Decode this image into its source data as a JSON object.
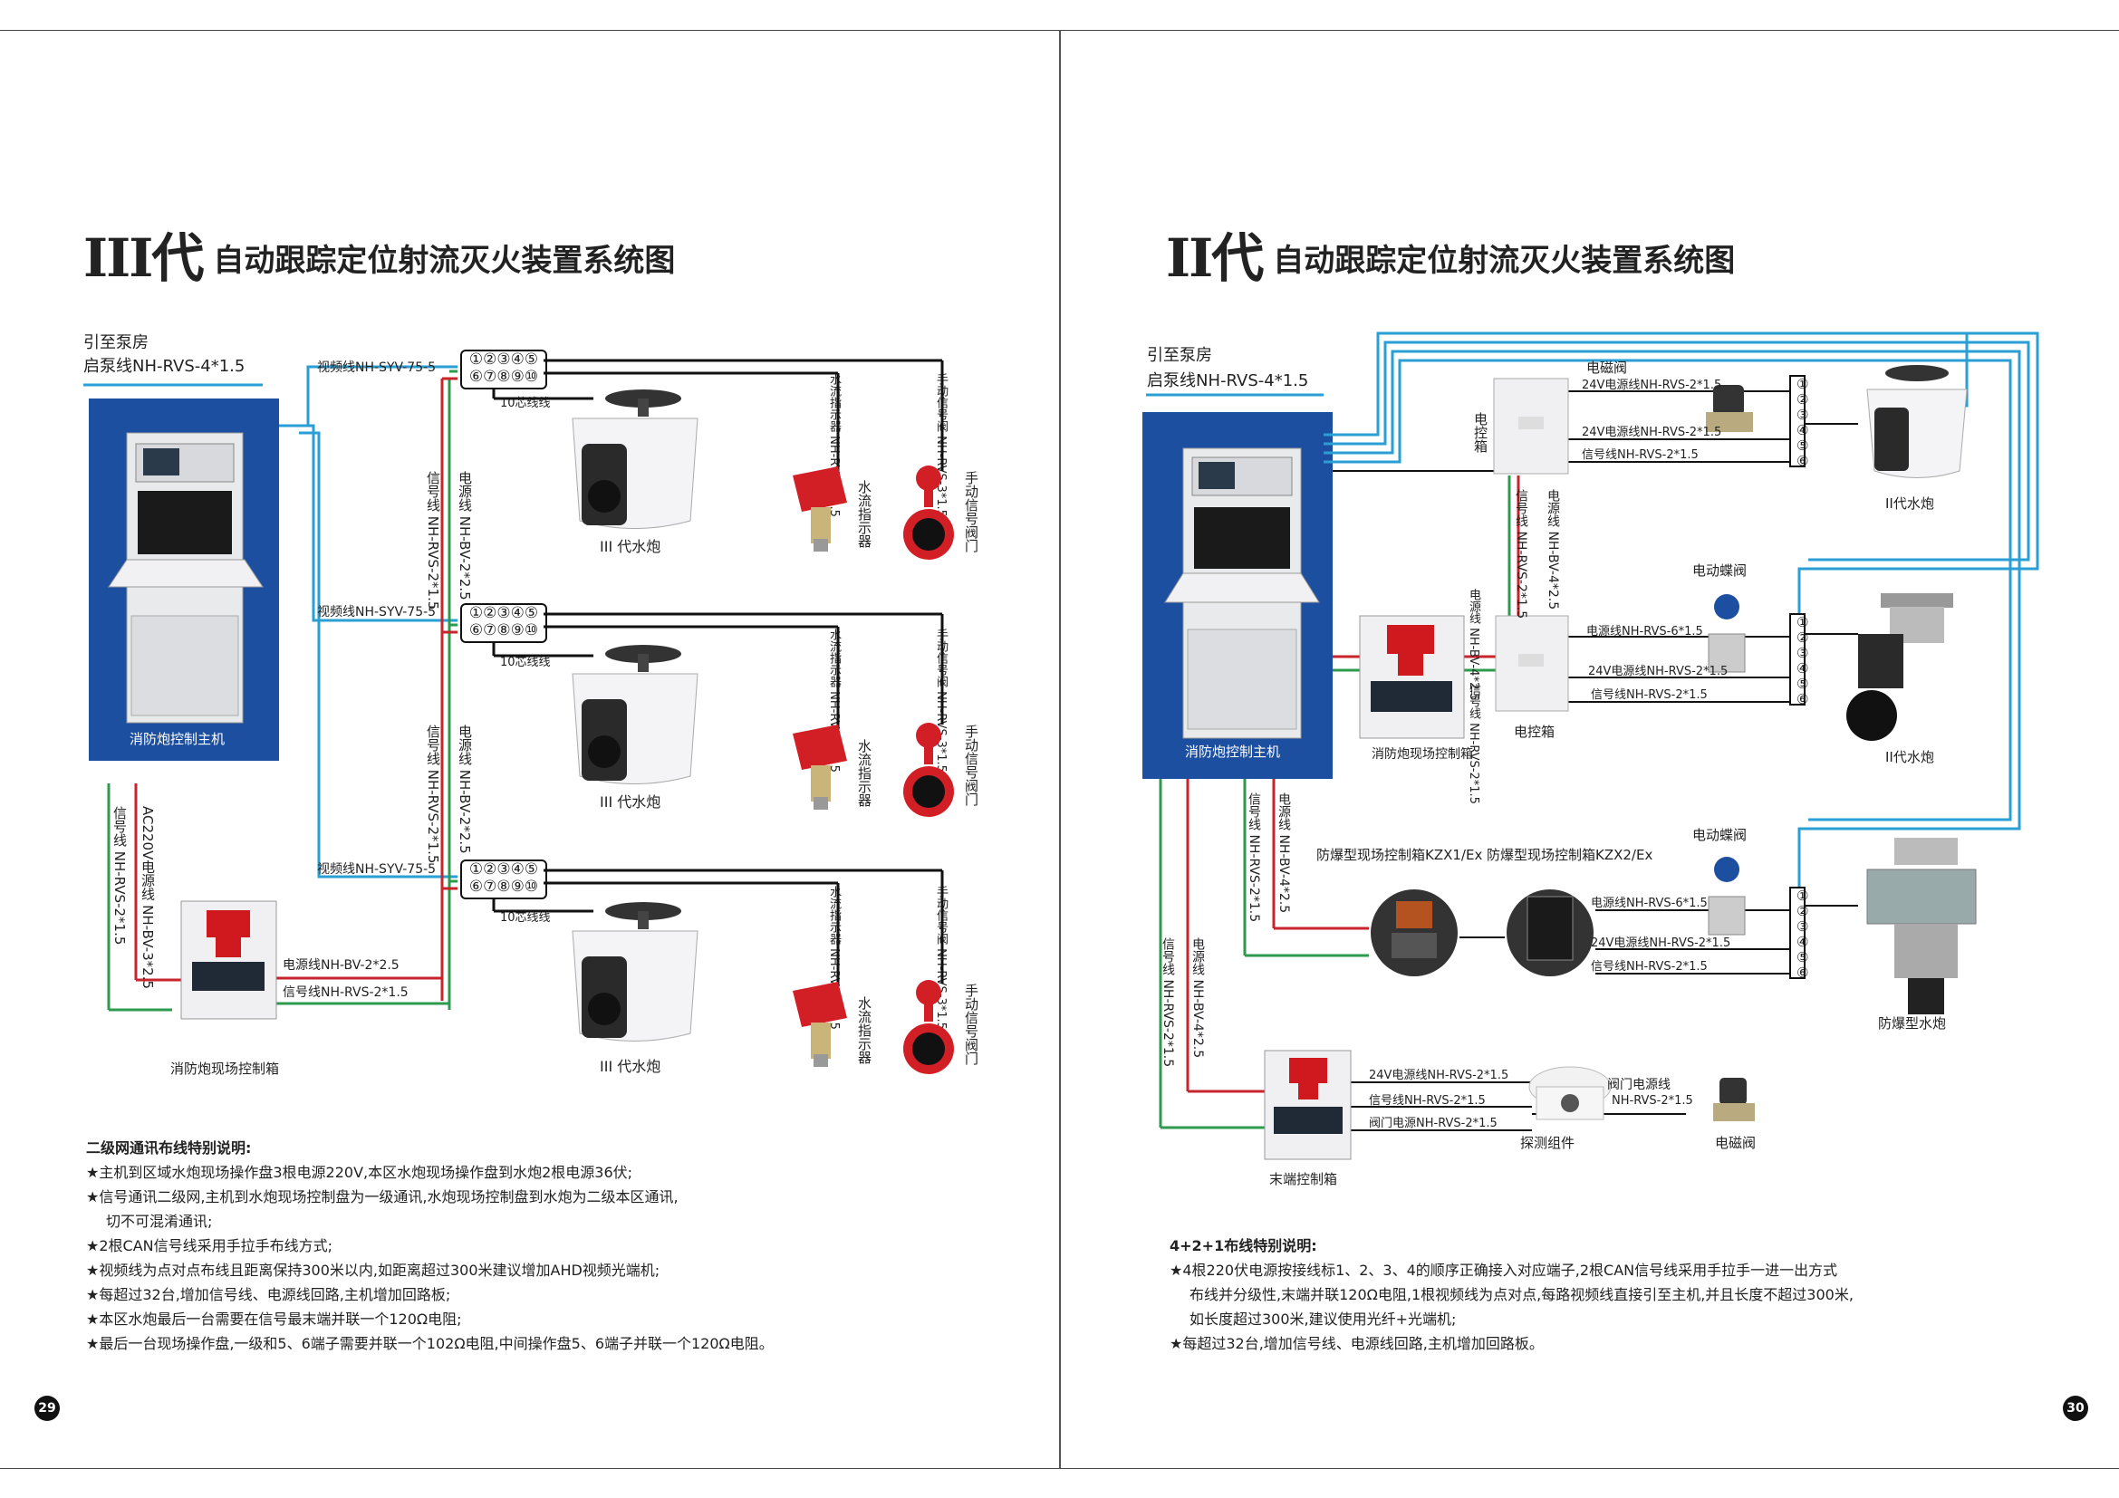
{
  "left": {
    "title_gen": "III代",
    "title_text": "自动跟踪定位射流灭火装置系统图",
    "pump_line1": "引至泵房",
    "pump_line2": "启泵线NH-RVS-4*1.5",
    "host_label": "消防炮控制主机",
    "field_box_label": "消防炮现场控制箱",
    "video_line": "视频线NH-SYV-75-5",
    "ten_core": "10芯线线",
    "flow_cable": "水流指示器 NH-RVS-2*1.5",
    "manual_cable": "手动信号阀 NH-RVS-3*1.5",
    "flow_indicator": "水流指示器",
    "manual_valve": "手动信号阀门",
    "cannon": "III 代水炮",
    "signal_vertical": "信号线 NH-RVS-2*1.5",
    "power_vertical": "电源线 NH-BV-2*2.5",
    "field_signal_v": "信号线 NH-RVS-2*1.5",
    "field_power_v": "AC220V电源线 NH-BV-3*2.5",
    "field_power_h": "电源线NH-BV-2*2.5",
    "field_signal_h": "信号线NH-RVS-2*1.5",
    "terminal_top": "①②③④⑤",
    "terminal_bottom": "⑥⑦⑧⑨⑩",
    "notes_title": "二级网通讯布线特别说明:",
    "notes": [
      "★主机到区域水炮现场操作盘3根电源220V,本区水炮现场操作盘到水炮2根电源36伏;",
      "★信号通讯二级网,主机到水炮现场控制盘为一级通讯,水炮现场控制盘到水炮为二级本区通讯,",
      "切不可混淆通讯;",
      "★2根CAN信号线采用手拉手布线方式;",
      "★视频线为点对点布线且距离保持300米以内,如距离超过300米建议增加AHD视频光端机;",
      "★每超过32台,增加信号线、电源线回路,主机增加回路板;",
      "★本区水炮最后一台需要在信号最末端并联一个120Ω电阻;",
      "★最后一台现场操作盘,一级和5、6端子需要并联一个102Ω电阻,中间操作盘5、6端子并联一个120Ω电阻。"
    ],
    "page_number": "29"
  },
  "right": {
    "title_gen": "II代",
    "title_text": "自动跟踪定位射流灭火装置系统图",
    "pump_line1": "引至泵房",
    "pump_line2": "启泵线NH-RVS-4*1.5",
    "host_label": "消防炮控制主机",
    "control_box_top": "电控箱",
    "control_box_mid": "电控箱",
    "field_box": "消防炮现场控制箱",
    "solenoid_valve_top": "电磁阀",
    "cable_24v_top": "24V电源线NH-RVS-2*1.5",
    "cable_24v_top2": "24V电源线NH-RVS-2*1.5",
    "cable_signal_top": "信号线NH-RVS-2*1.5",
    "cannon_ii": "II代水炮",
    "signal_v": "信号线 NH-RVS-2*1.5",
    "power_v": "电源线 NH-BV-4*2.5",
    "power_v2": "电源线 NH-BV-4*2.5",
    "signal_v2": "信号线 NH-RVS-2*1.5",
    "electric_butterfly_1": "电动蝶阀",
    "cable_power_6": "电源线NH-RVS-6*1.5",
    "cable_24v_mid": "24V电源线NH-RVS-2*1.5",
    "cable_signal_mid": "信号线NH-RVS-2*1.5",
    "cannon_ii_2": "II代水炮",
    "kzx1": "防爆型现场控制箱KZX1/Ex",
    "kzx2": "防爆型现场控制箱KZX2/Ex",
    "electric_butterfly_2": "电动蝶阀",
    "cable_power_6b": "电源线NH-RVS-6*1.5",
    "cable_24v_low": "24V电源线NH-RVS-2*1.5",
    "cable_signal_low": "信号线NH-RVS-2*1.5",
    "explosion_cannon": "防爆型水炮",
    "left_signal_v": "信号线 NH-RVS-2*1.5",
    "left_power_v": "电源线 NH-BV-4*2.5",
    "far_signal_v": "信号线 NH-RVS-2*1.5",
    "far_power_v": "电源线 NH-BV-4*2.5",
    "end_box": "末端控制箱",
    "end_24v": "24V电源线NH-RVS-2*1.5",
    "end_signal": "信号线NH-RVS-2*1.5",
    "end_valve_power": "阀门电源NH-RVS-2*1.5",
    "detector": "探测组件",
    "valve_power_1": "阀门电源线",
    "valve_power_2": "NH-RVS-2*1.5",
    "solenoid_valve_bottom": "电磁阀",
    "terminals6": "①②③④⑤⑥",
    "notes_title": "4+2+1布线特别说明:",
    "notes": [
      "★4根220伏电源按接线标1、2、3、4的顺序正确接入对应端子,2根CAN信号线采用手拉手一进一出方式",
      "布线并分级性,末端并联120Ω电阻,1根视频线为点对点,每路视频线直接引至主机,并且长度不超过300米,",
      "如长度超过300米,建议使用光纤+光端机;",
      "★每超过32台,增加信号线、电源线回路,主机增加回路板。"
    ],
    "page_number": "30"
  },
  "colors": {
    "blue_panel": "#1d4fa0",
    "video_wire": "#2a9fd6",
    "power_wire": "#c8242b",
    "signal_wire": "#2e9a4d",
    "black_wire": "#111111",
    "valve_red": "#d21f26"
  }
}
